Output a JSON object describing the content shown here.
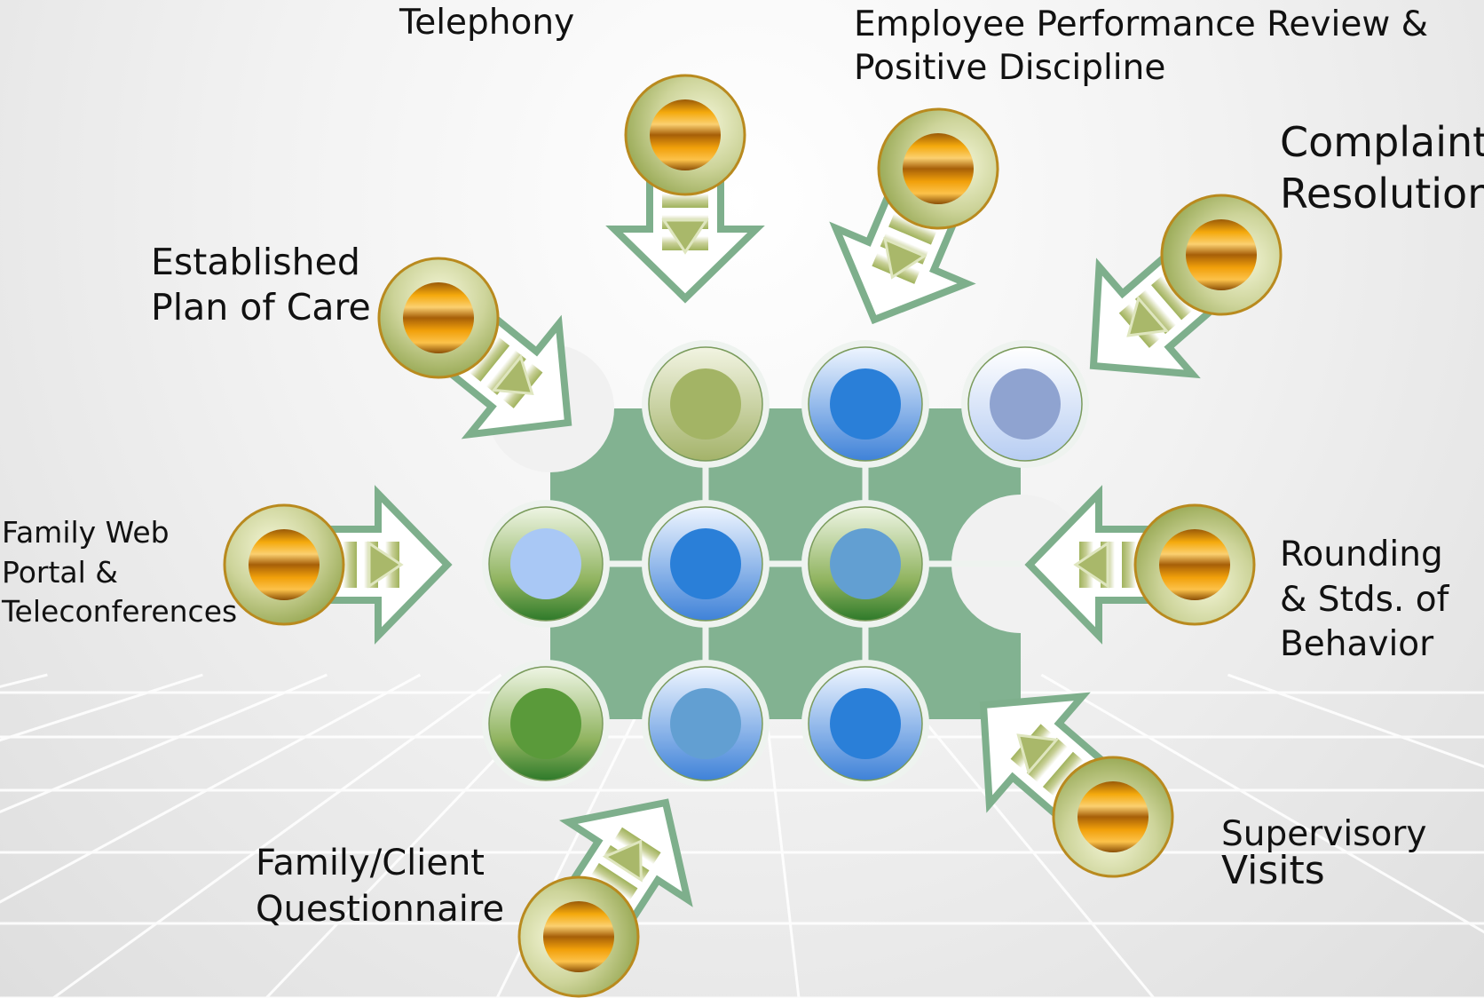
{
  "diagram": {
    "labels": {
      "telephony": [
        "Telephony"
      ],
      "employee_review": [
        "Employee Performance Review &",
        "Positive Discipline"
      ],
      "complaint_resolution": [
        "Complaint",
        "Resolution"
      ],
      "established_plan": [
        "Established",
        "Plan of Care"
      ],
      "family_web": [
        "Family Web",
        "Portal &",
        "Teleconferences"
      ],
      "rounding": [
        "Rounding",
        "& Stds. of",
        "Behavior"
      ],
      "family_client": [
        "Family/Client",
        "Questionnaire"
      ],
      "supervisory": [
        "Supervisory",
        "Visits"
      ]
    },
    "colors": {
      "tile": "#82b291",
      "tile_outline": "#eef3ef",
      "arrow_stroke": "#7eaf8c",
      "gold": "#e8a10a",
      "olive": "#a3b465",
      "blue": "#2a7fd8",
      "steel_blue": "#629fd2",
      "lavender": "#8fa3d0",
      "pale_blue": "#a9c8f5",
      "green": "#5a9a3a"
    }
  }
}
